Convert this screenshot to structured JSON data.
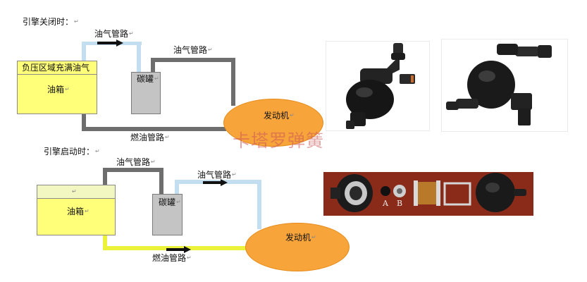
{
  "top": {
    "heading": "引擎关闭时：",
    "vapor_pipe_1": "油气管路",
    "vapor_pipe_2": "油气管路",
    "tank_region": "负压区域充满油气",
    "tank": "油箱",
    "canister": "碳罐",
    "engine": "发动机",
    "fuel_pipe": "燃油管路"
  },
  "bottom": {
    "heading": "引擎启动时：",
    "vapor_pipe_1": "油气管路",
    "vapor_pipe_2": "油气管路",
    "tank": "油箱",
    "canister": "碳罐",
    "engine": "发动机",
    "fuel_pipe": "燃油管路"
  },
  "watermark": "卡塔罗弹簧",
  "parts_labels": [
    "A",
    "B"
  ],
  "colors": {
    "pipe_gray": "#6e6e6e",
    "pipe_lightblue": "#c2def0",
    "pipe_yellow": "#ecf23a",
    "tank_yellow": "#ffff7a",
    "engine_orange": "#f7a43a"
  }
}
